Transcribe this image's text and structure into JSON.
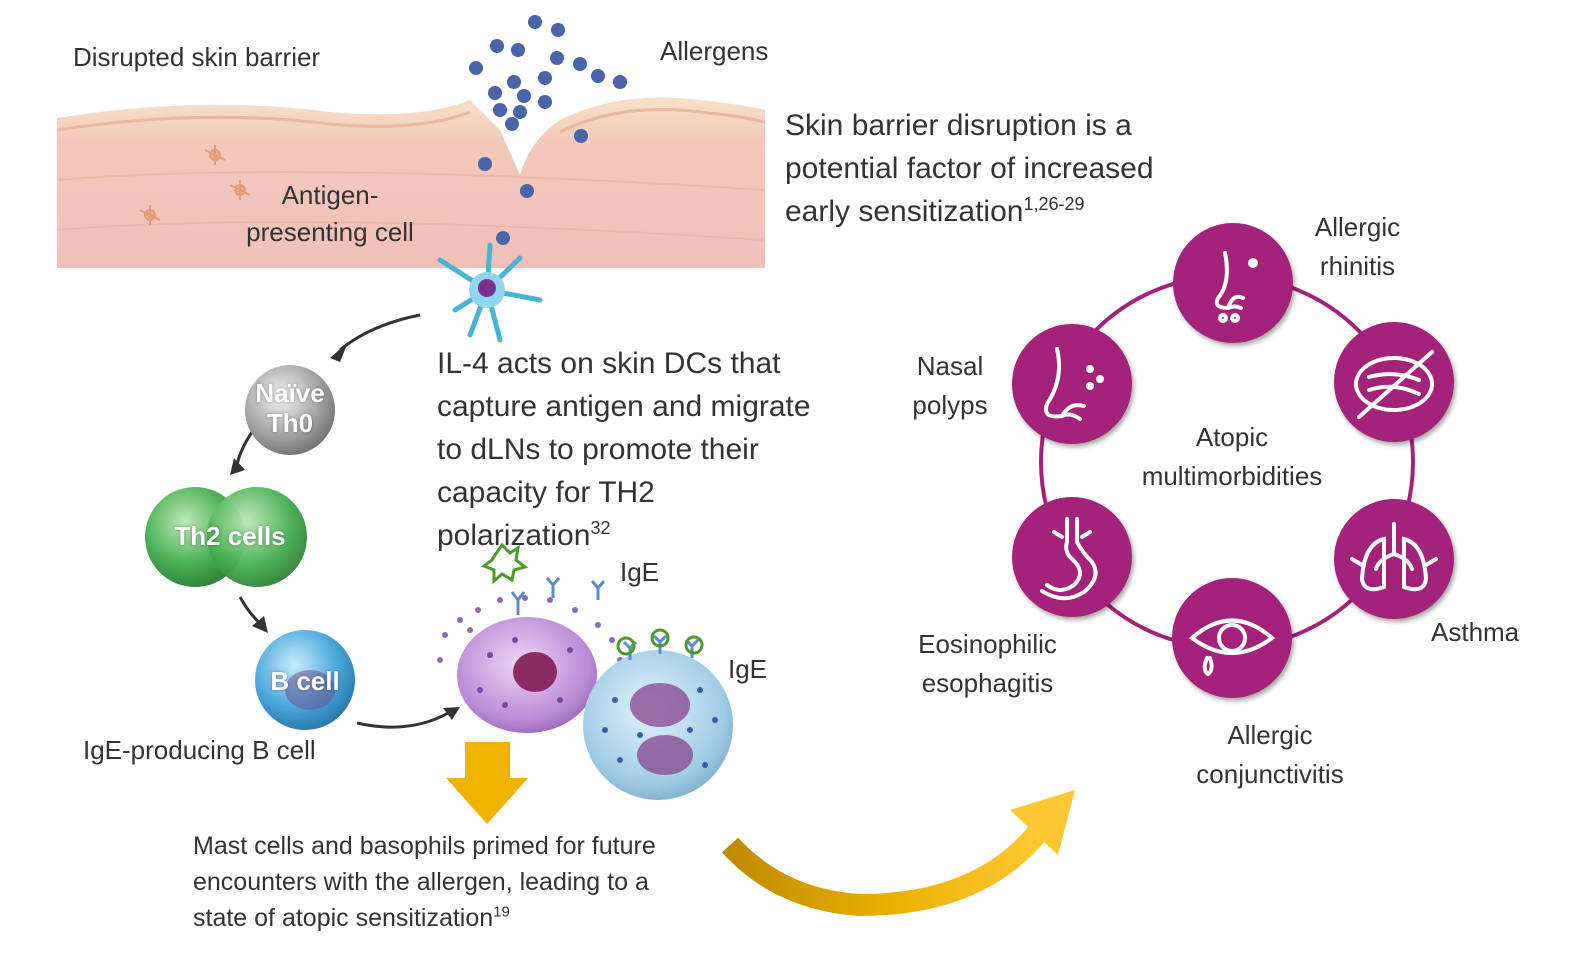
{
  "skin": {
    "disrupted_label": "Disrupted skin barrier",
    "allergens_label": "Allergens",
    "apc_label_line1": "Antigen-",
    "apc_label_line2": "presenting cell"
  },
  "skin_barrier_note": {
    "line1": "Skin barrier disruption is a",
    "line2": "potential factor of increased",
    "line3": "early sensitization",
    "ref": "1,26-29"
  },
  "il4_note": {
    "line1": "IL-4 acts on skin DCs that",
    "line2": "capture antigen and migrate",
    "line3": "to dLNs to promote their",
    "line4": "capacity for TH2",
    "line5": "polarization",
    "ref": "32"
  },
  "cells": {
    "naive_line1": "Naïve",
    "naive_line2": "Th0",
    "th2": "Th2 cells",
    "bcell": "B cell",
    "bcell_caption": "IgE-producing B cell",
    "ige_label_1": "IgE",
    "ige_label_2": "IgE"
  },
  "outcome_note": {
    "line1": "Mast cells and basophils primed for future",
    "line2": "encounters with the allergen, leading to a",
    "line3": "state of atopic sensitization",
    "ref": "19"
  },
  "multimorbidities": {
    "center_line1": "Atopic",
    "center_line2": "multimorbidities",
    "allergic_rhinitis_line1": "Allergic",
    "allergic_rhinitis_line2": "rhinitis",
    "nasal_polyps_line1": "Nasal",
    "nasal_polyps_line2": "polyps",
    "asthma": "Asthma",
    "allergic_conj_line1": "Allergic",
    "allergic_conj_line2": "conjunctivitis",
    "eoe_line1": "Eosinophilic",
    "eoe_line2": "esophagitis",
    "icons": [
      "nose-allergen-icon",
      "no-food-icon",
      "lungs-icon",
      "eye-tear-icon",
      "stomach-icon",
      "nose-polyps-icon"
    ]
  },
  "colors": {
    "magenta": "#a3237b",
    "arrow_gold": "#f0b400",
    "th2_green": "#3ea64a",
    "bcell_blue": "#3d9fd8"
  }
}
